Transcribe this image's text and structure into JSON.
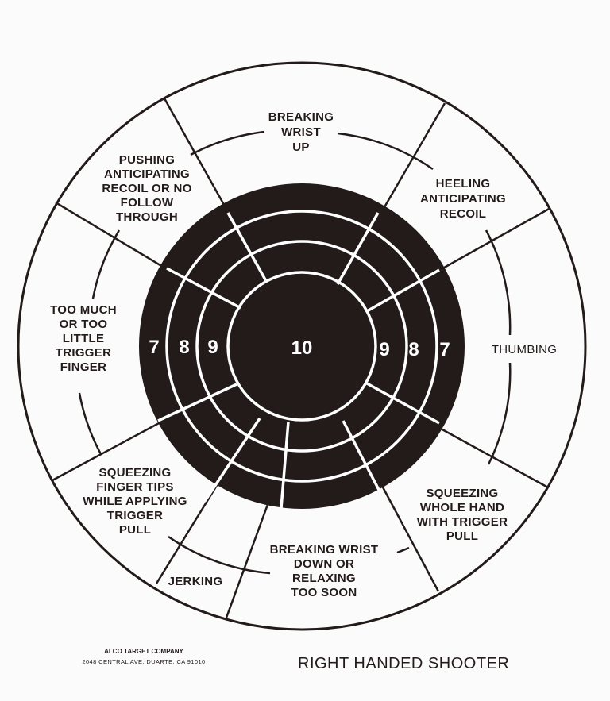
{
  "target": {
    "center_score": "10",
    "ring_scores_left": [
      "7",
      "8",
      "9"
    ],
    "ring_scores_right": [
      "9",
      "8",
      "7"
    ],
    "colors": {
      "ink": "#231a1a",
      "paper": "#fbfbfb",
      "ring_line": "#ffffff"
    }
  },
  "segments": {
    "top": [
      "BREAKING",
      "WRIST",
      "UP"
    ],
    "top_right": [
      "HEELING",
      "ANTICIPATING",
      "RECOIL"
    ],
    "right": [
      "THUMBING"
    ],
    "bottom_right": [
      "SQUEEZING",
      "WHOLE HAND",
      "WITH TRIGGER",
      "PULL"
    ],
    "bottom": [
      "BREAKING WRIST",
      "DOWN OR",
      "RELAXING",
      "TOO SOON"
    ],
    "bottom_left_small": [
      "JERKING"
    ],
    "bottom_left": [
      "SQUEEZING",
      "FINGER TIPS",
      "WHILE APPLYING",
      "TRIGGER",
      "PULL"
    ],
    "left": [
      "TOO MUCH",
      "OR TOO",
      "LITTLE",
      "TRIGGER",
      "FINGER"
    ],
    "top_left": [
      "PUSHING",
      "ANTICIPATING",
      "RECOIL OR NO",
      "FOLLOW",
      "THROUGH"
    ]
  },
  "footer": {
    "company": "ALCO TARGET COMPANY",
    "address": "2048 CENTRAL AVE.  DUARTE, CA 91010",
    "title": "RIGHT HANDED SHOOTER"
  }
}
